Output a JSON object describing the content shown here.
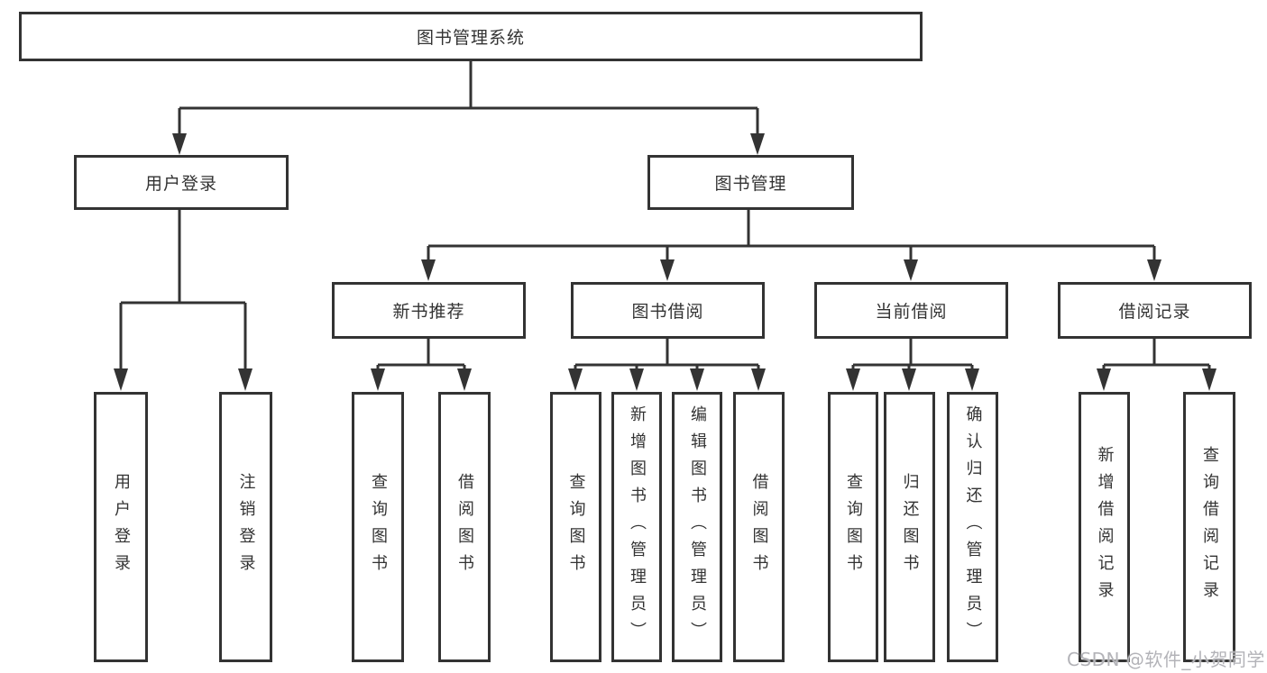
{
  "diagram": {
    "title": "图书管理系统",
    "branches": [
      {
        "label": "用户登录",
        "children": [
          {
            "label": "用户登录"
          },
          {
            "label": "注销登录"
          }
        ]
      },
      {
        "label": "图书管理",
        "children": [
          {
            "label": "新书推荐",
            "children": [
              {
                "label": "查询图书"
              },
              {
                "label": "借阅图书"
              }
            ]
          },
          {
            "label": "图书借阅",
            "children": [
              {
                "label": "查询图书"
              },
              {
                "label": "新增图书（管理员）"
              },
              {
                "label": "编辑图书（管理员）"
              },
              {
                "label": "借阅图书"
              }
            ]
          },
          {
            "label": "当前借阅",
            "children": [
              {
                "label": "查询图书"
              },
              {
                "label": "归还图书"
              },
              {
                "label": "确认归还（管理员）"
              }
            ]
          },
          {
            "label": "借阅记录",
            "children": [
              {
                "label": "新增借阅记录"
              },
              {
                "label": "查询借阅记录"
              }
            ]
          }
        ]
      }
    ]
  },
  "colors": {
    "line": "#333333",
    "box_border": "#333333",
    "text": "#333333",
    "watermark": "#b3b3b8"
  },
  "watermark": {
    "text": "CSDN @软件_小贺同学"
  }
}
